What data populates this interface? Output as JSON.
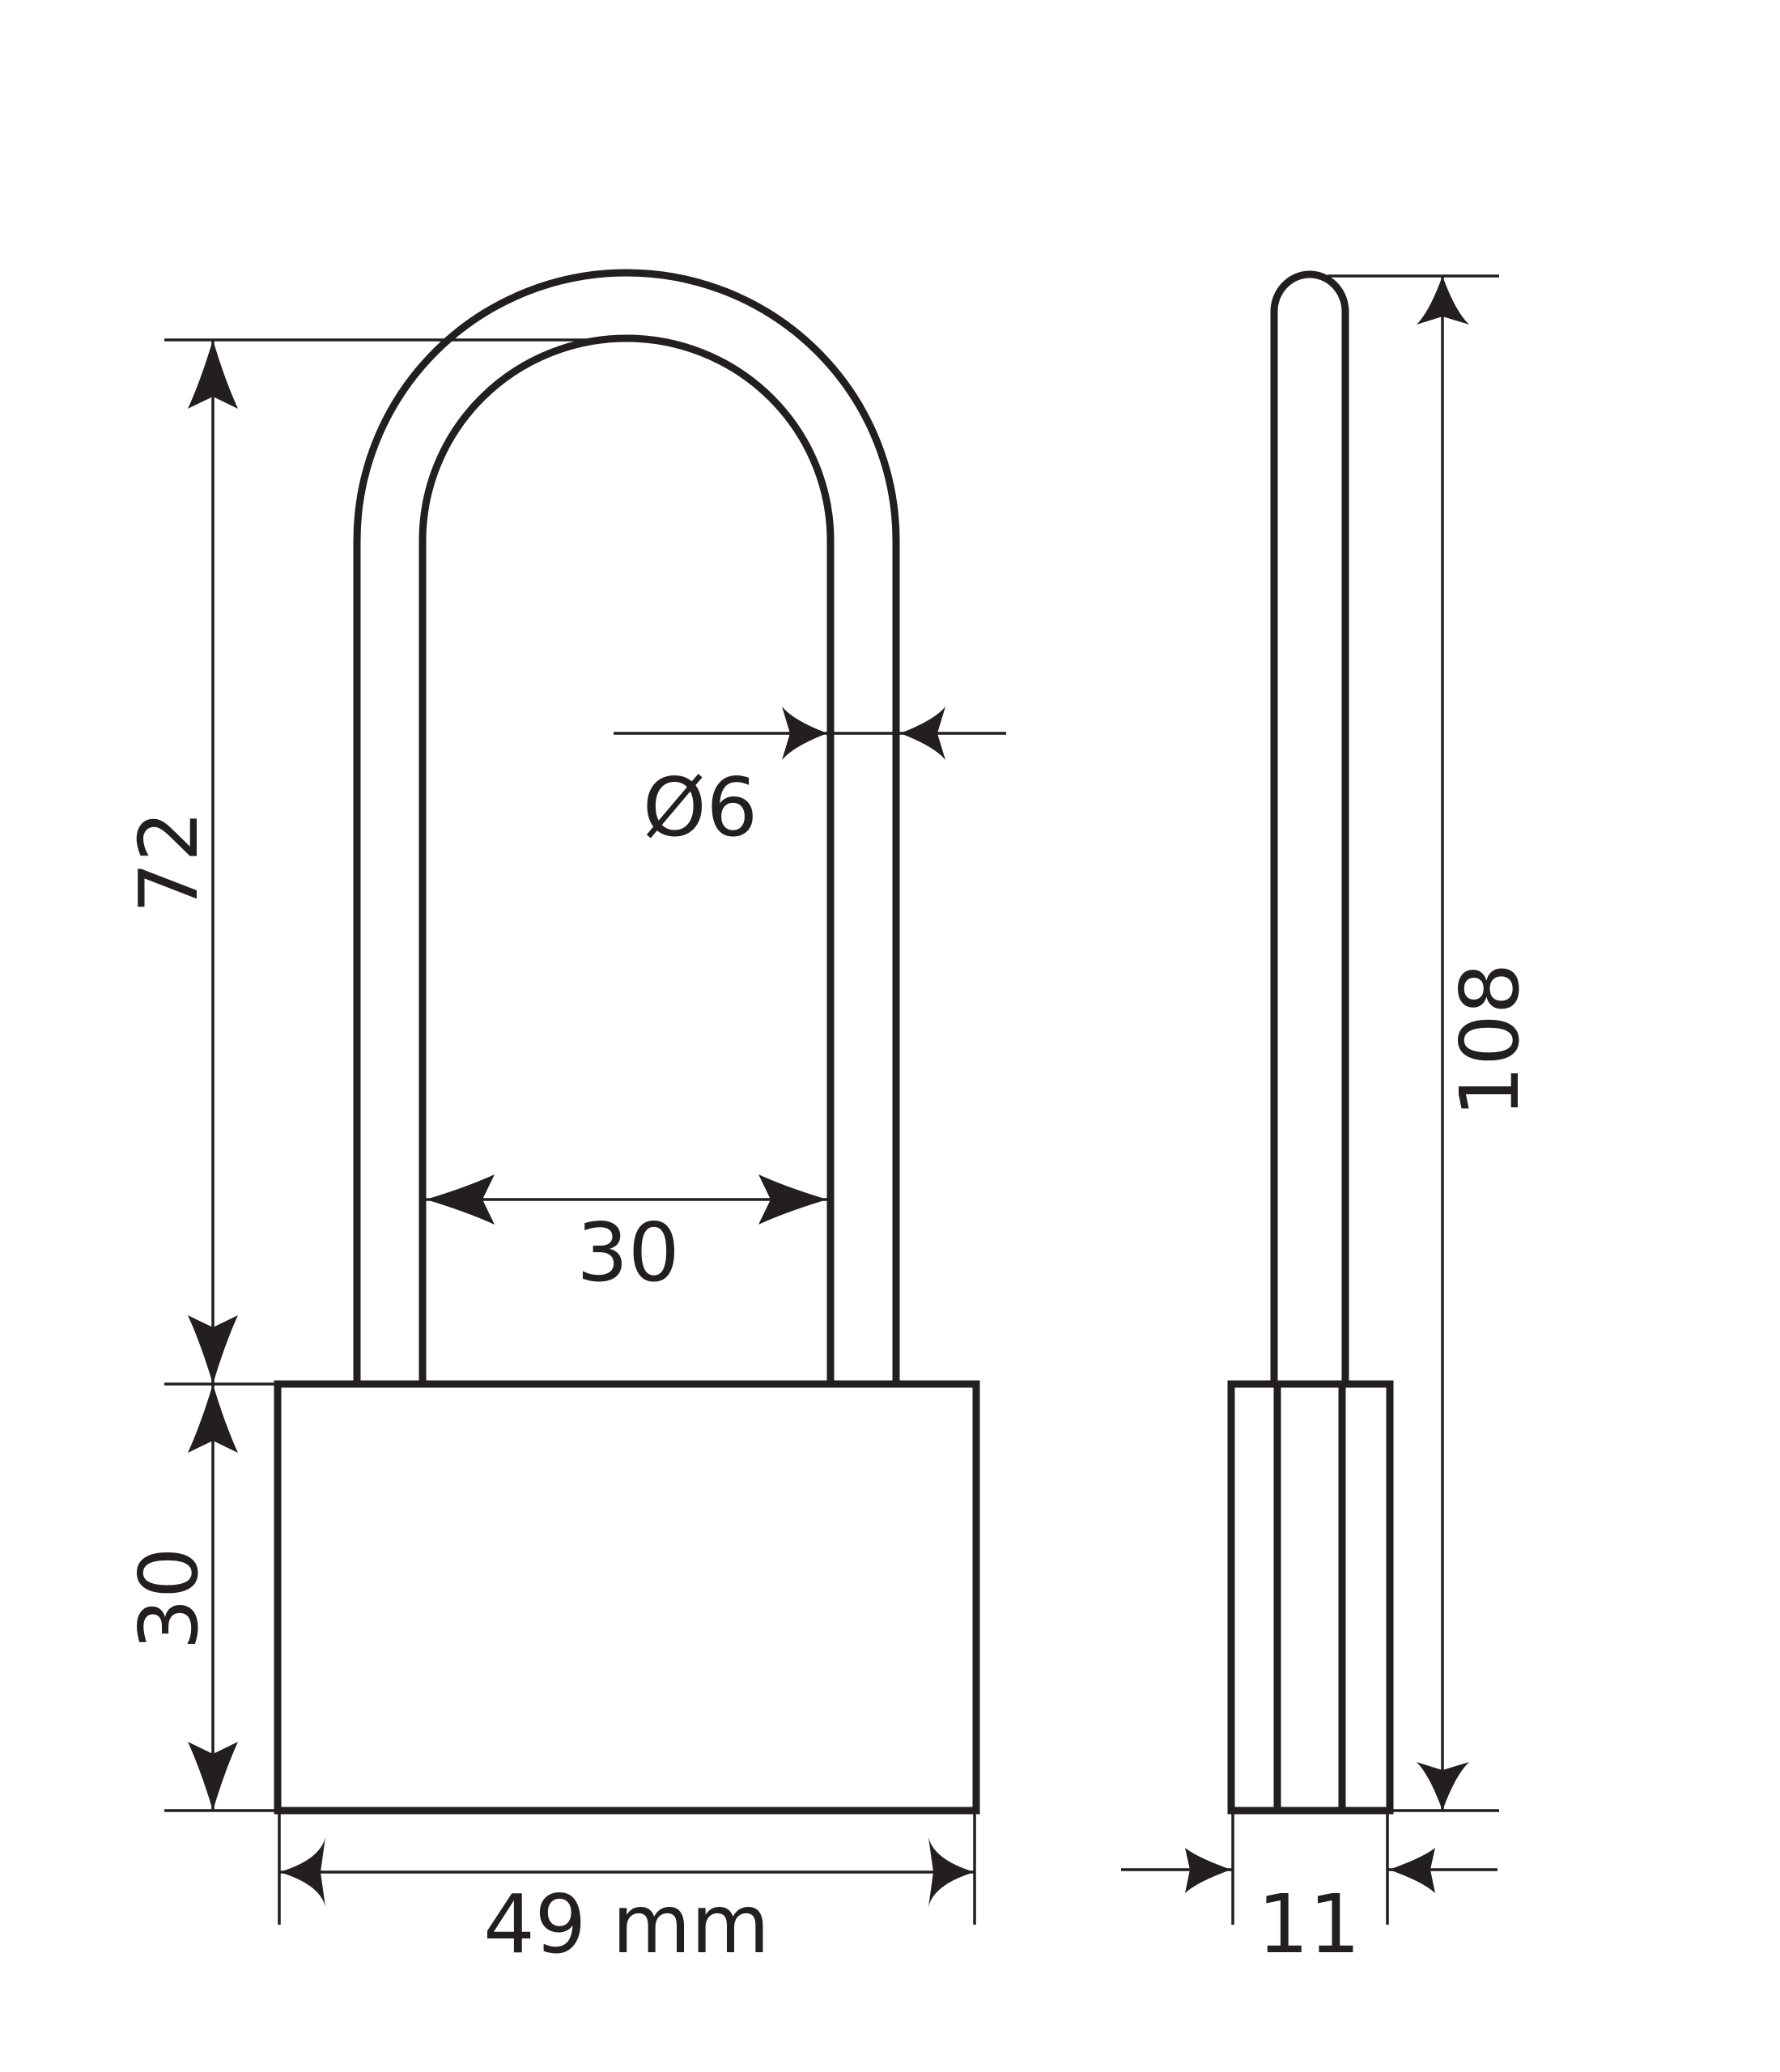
{
  "drawing": {
    "subject": "padlock-long-shackle",
    "line_color": "#231f20",
    "background": "#ffffff"
  },
  "front_view": {
    "shackle_height_label": "72",
    "body_height_label": "30",
    "shackle_inner_width_label": "30",
    "shackle_diameter_label": "Ø6",
    "body_width_label": "49 mm"
  },
  "side_view": {
    "total_height_label": "108",
    "body_depth_label": "11"
  }
}
